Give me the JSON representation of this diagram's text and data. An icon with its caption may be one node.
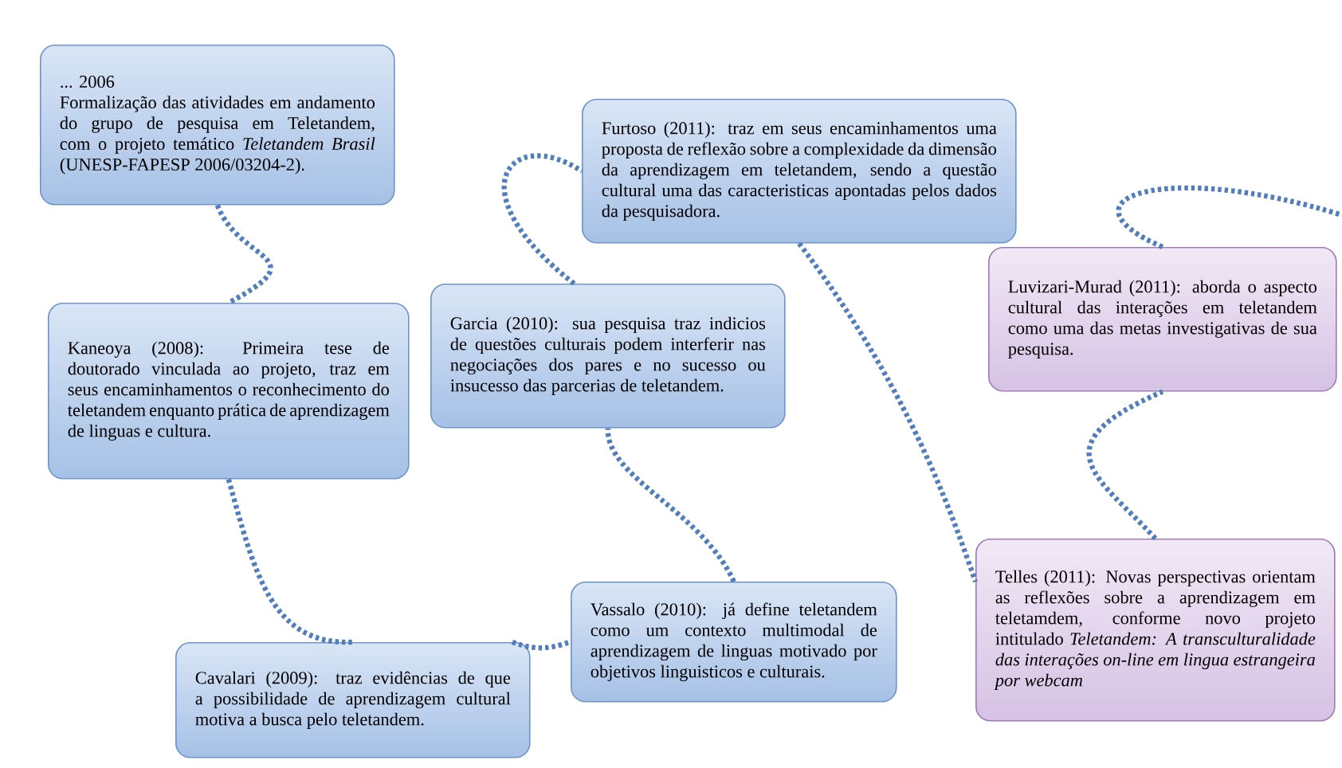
{
  "diagram": {
    "nodes": [
      {
        "text": [
          "... 2006",
          "Formalização das atividades em andamento do grupo de pesquisa em Teletandem, com o projeto temático *Teletandem Brasil* (UNESP-FAPESP 2006/03204-2)."
        ]
      },
      {
        "text": [
          "Kaneoya (2008): Primeira tese de doutorado vinculada ao projeto, traz em seus encaminhamentos o reconhecimento do teletandem enquanto prática de aprendizagem de linguas e cultura."
        ]
      },
      {
        "text": [
          "Cavalari (2009): traz evidências de que a possibilidade de aprendizagem cultural motiva a busca pelo teletandem."
        ]
      },
      {
        "text": [
          "Vassalo (2010): já define teletandem como um contexto multimodal de aprendizagem de linguas motivado por objetivos linguisticos e culturais."
        ]
      },
      {
        "text": [
          "Garcia (2010): sua pesquisa traz indicios de questões culturais podem interferir nas negociações dos pares e no sucesso ou insucesso das parcerias de teletandem."
        ]
      },
      {
        "text": [
          "Furtoso (2011): traz em seus encaminhamentos uma proposta de reflexão sobre a complexidade da dimensão da aprendizagem em teletandem, sendo a questão cultural uma das caracteristicas apontadas pelos dados da pesquisadora."
        ]
      },
      {
        "text": [
          "Telles (2011): Novas perspectivas orientam as reflexões sobre a aprendizagem em teletamdem, conforme novo projeto intitulado *Teletandem: A transculturalidade das interações on-line em lingua estrangeira por webcam*"
        ]
      },
      {
        "text": [
          "Luvizari-Murad (2011): aborda o aspecto cultural das interações em teletandem como uma das metas investigativas de sua pesquisa."
        ]
      }
    ],
    "edges": [
      {
        "from": 0,
        "to": 1,
        "arrow": "none",
        "style": "dashed"
      },
      {
        "from": 1,
        "to": 2,
        "arrow": "none",
        "style": "dashed"
      },
      {
        "from": 2,
        "to": 3,
        "arrow": "none",
        "style": "dashed"
      },
      {
        "from": 3,
        "to": 4,
        "arrow": "none",
        "style": "dashed"
      },
      {
        "from": 4,
        "to": 5,
        "arrow": "none",
        "style": "dashed"
      },
      {
        "from": 5,
        "to": 6,
        "arrow": "none",
        "style": "dashed"
      },
      {
        "from": 6,
        "to": 7,
        "arrow": "none",
        "style": "dashed"
      },
      {
        "from": 7,
        "to": null,
        "arrow": "none",
        "style": "dashed"
      }
    ]
  }
}
